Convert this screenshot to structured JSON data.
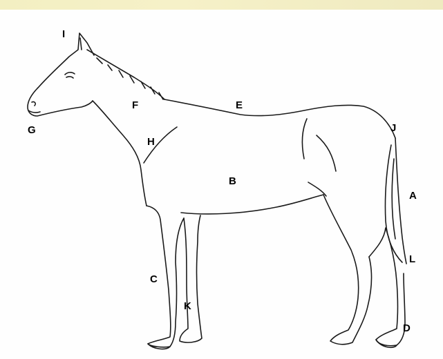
{
  "diagram": {
    "subject": "horse-outline",
    "labels": {
      "A": "A",
      "B": "B",
      "C": "C",
      "D": "D",
      "E": "E",
      "F": "F",
      "G": "G",
      "H": "H",
      "I": "I",
      "J": "J",
      "K": "K",
      "L": "L"
    }
  }
}
